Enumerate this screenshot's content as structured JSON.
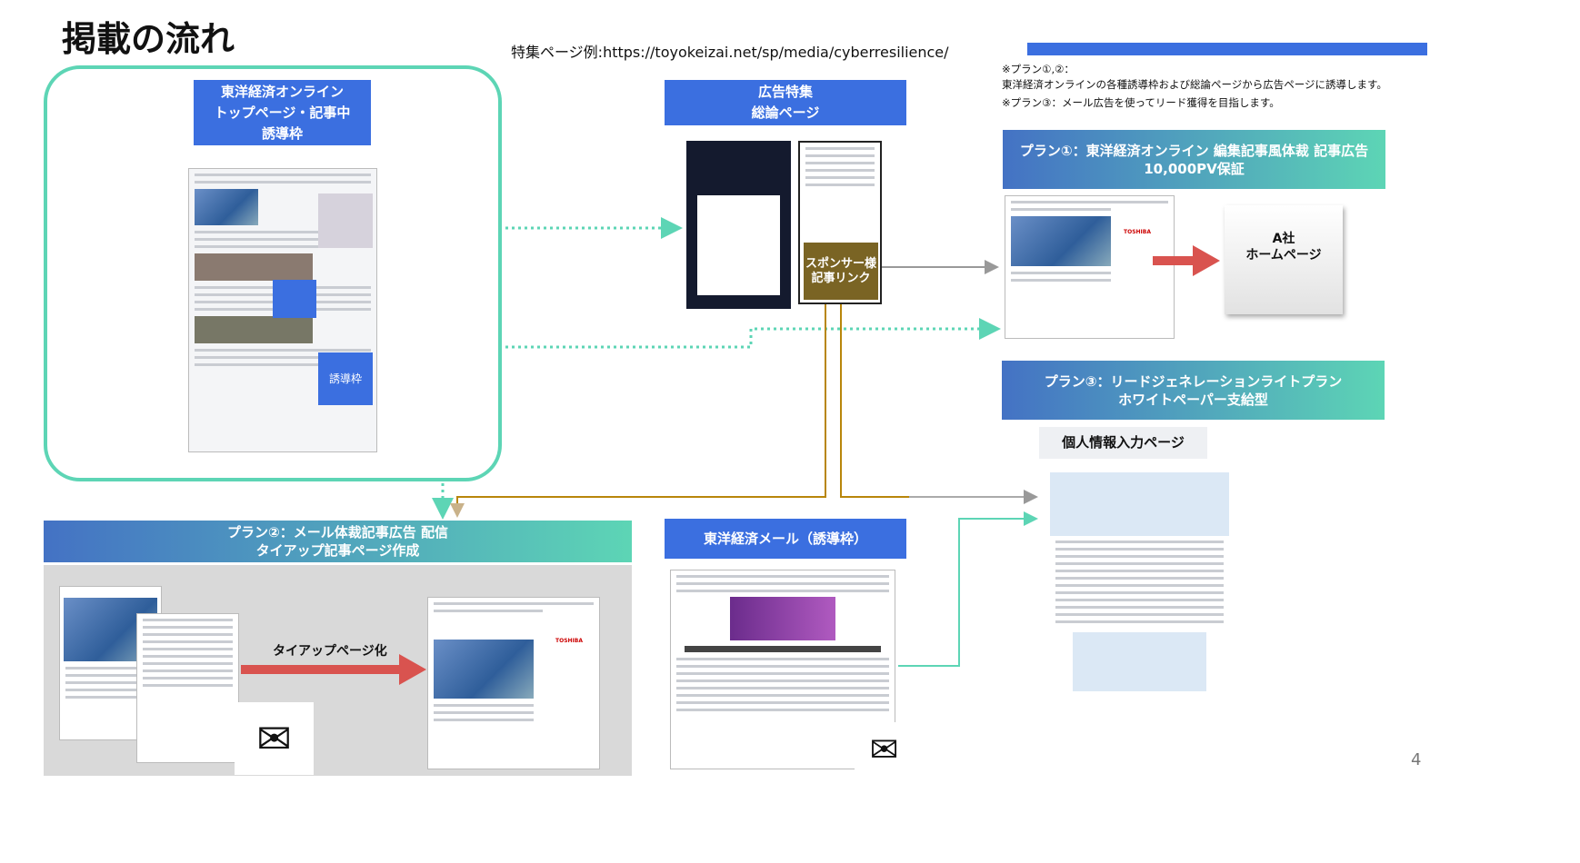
{
  "title": "掲載の流れ",
  "url_text": "特集ページ例:https://toyokeizai.net/sp/media/cyberresilience/",
  "notes": [
    "※プラン①,②：",
    "東洋経済オンラインの各種誘導枠および総論ページから広告ページに誘導します。",
    "※プラン③：メール広告を使ってリード獲得を目指します。"
  ],
  "toyo_label": [
    "東洋経済オンライン",
    "トップページ・記事中",
    "誘導枠"
  ],
  "toyo_inner": "誘導枠",
  "feature_label": [
    "広告特集",
    "総論ページ"
  ],
  "sponsor_link": [
    "スポンサー様",
    "記事リンク"
  ],
  "plan1": [
    "プラン①：東洋経済オンライン 編集記事風体裁 記事広告",
    "10,000PV保証"
  ],
  "company_page": [
    "A社",
    "ホームページ"
  ],
  "plan3": [
    "プラン③：リードジェネレーションライトプラン",
    "ホワイトペーパー支給型"
  ],
  "personal_info": "個人情報入力ページ",
  "plan2": [
    "プラン②：メール体裁記事広告 配信",
    "タイアップ記事ページ作成"
  ],
  "tieup": "タイアップページ化",
  "mail_label": "東洋経済メール（誘導枠）",
  "brand": "TOSHIBA",
  "page_number": "4",
  "colors": {
    "blue": "#3b6fe0",
    "teal": "#5dd5b5",
    "red": "#d9534f",
    "brown": "#b8860b"
  }
}
